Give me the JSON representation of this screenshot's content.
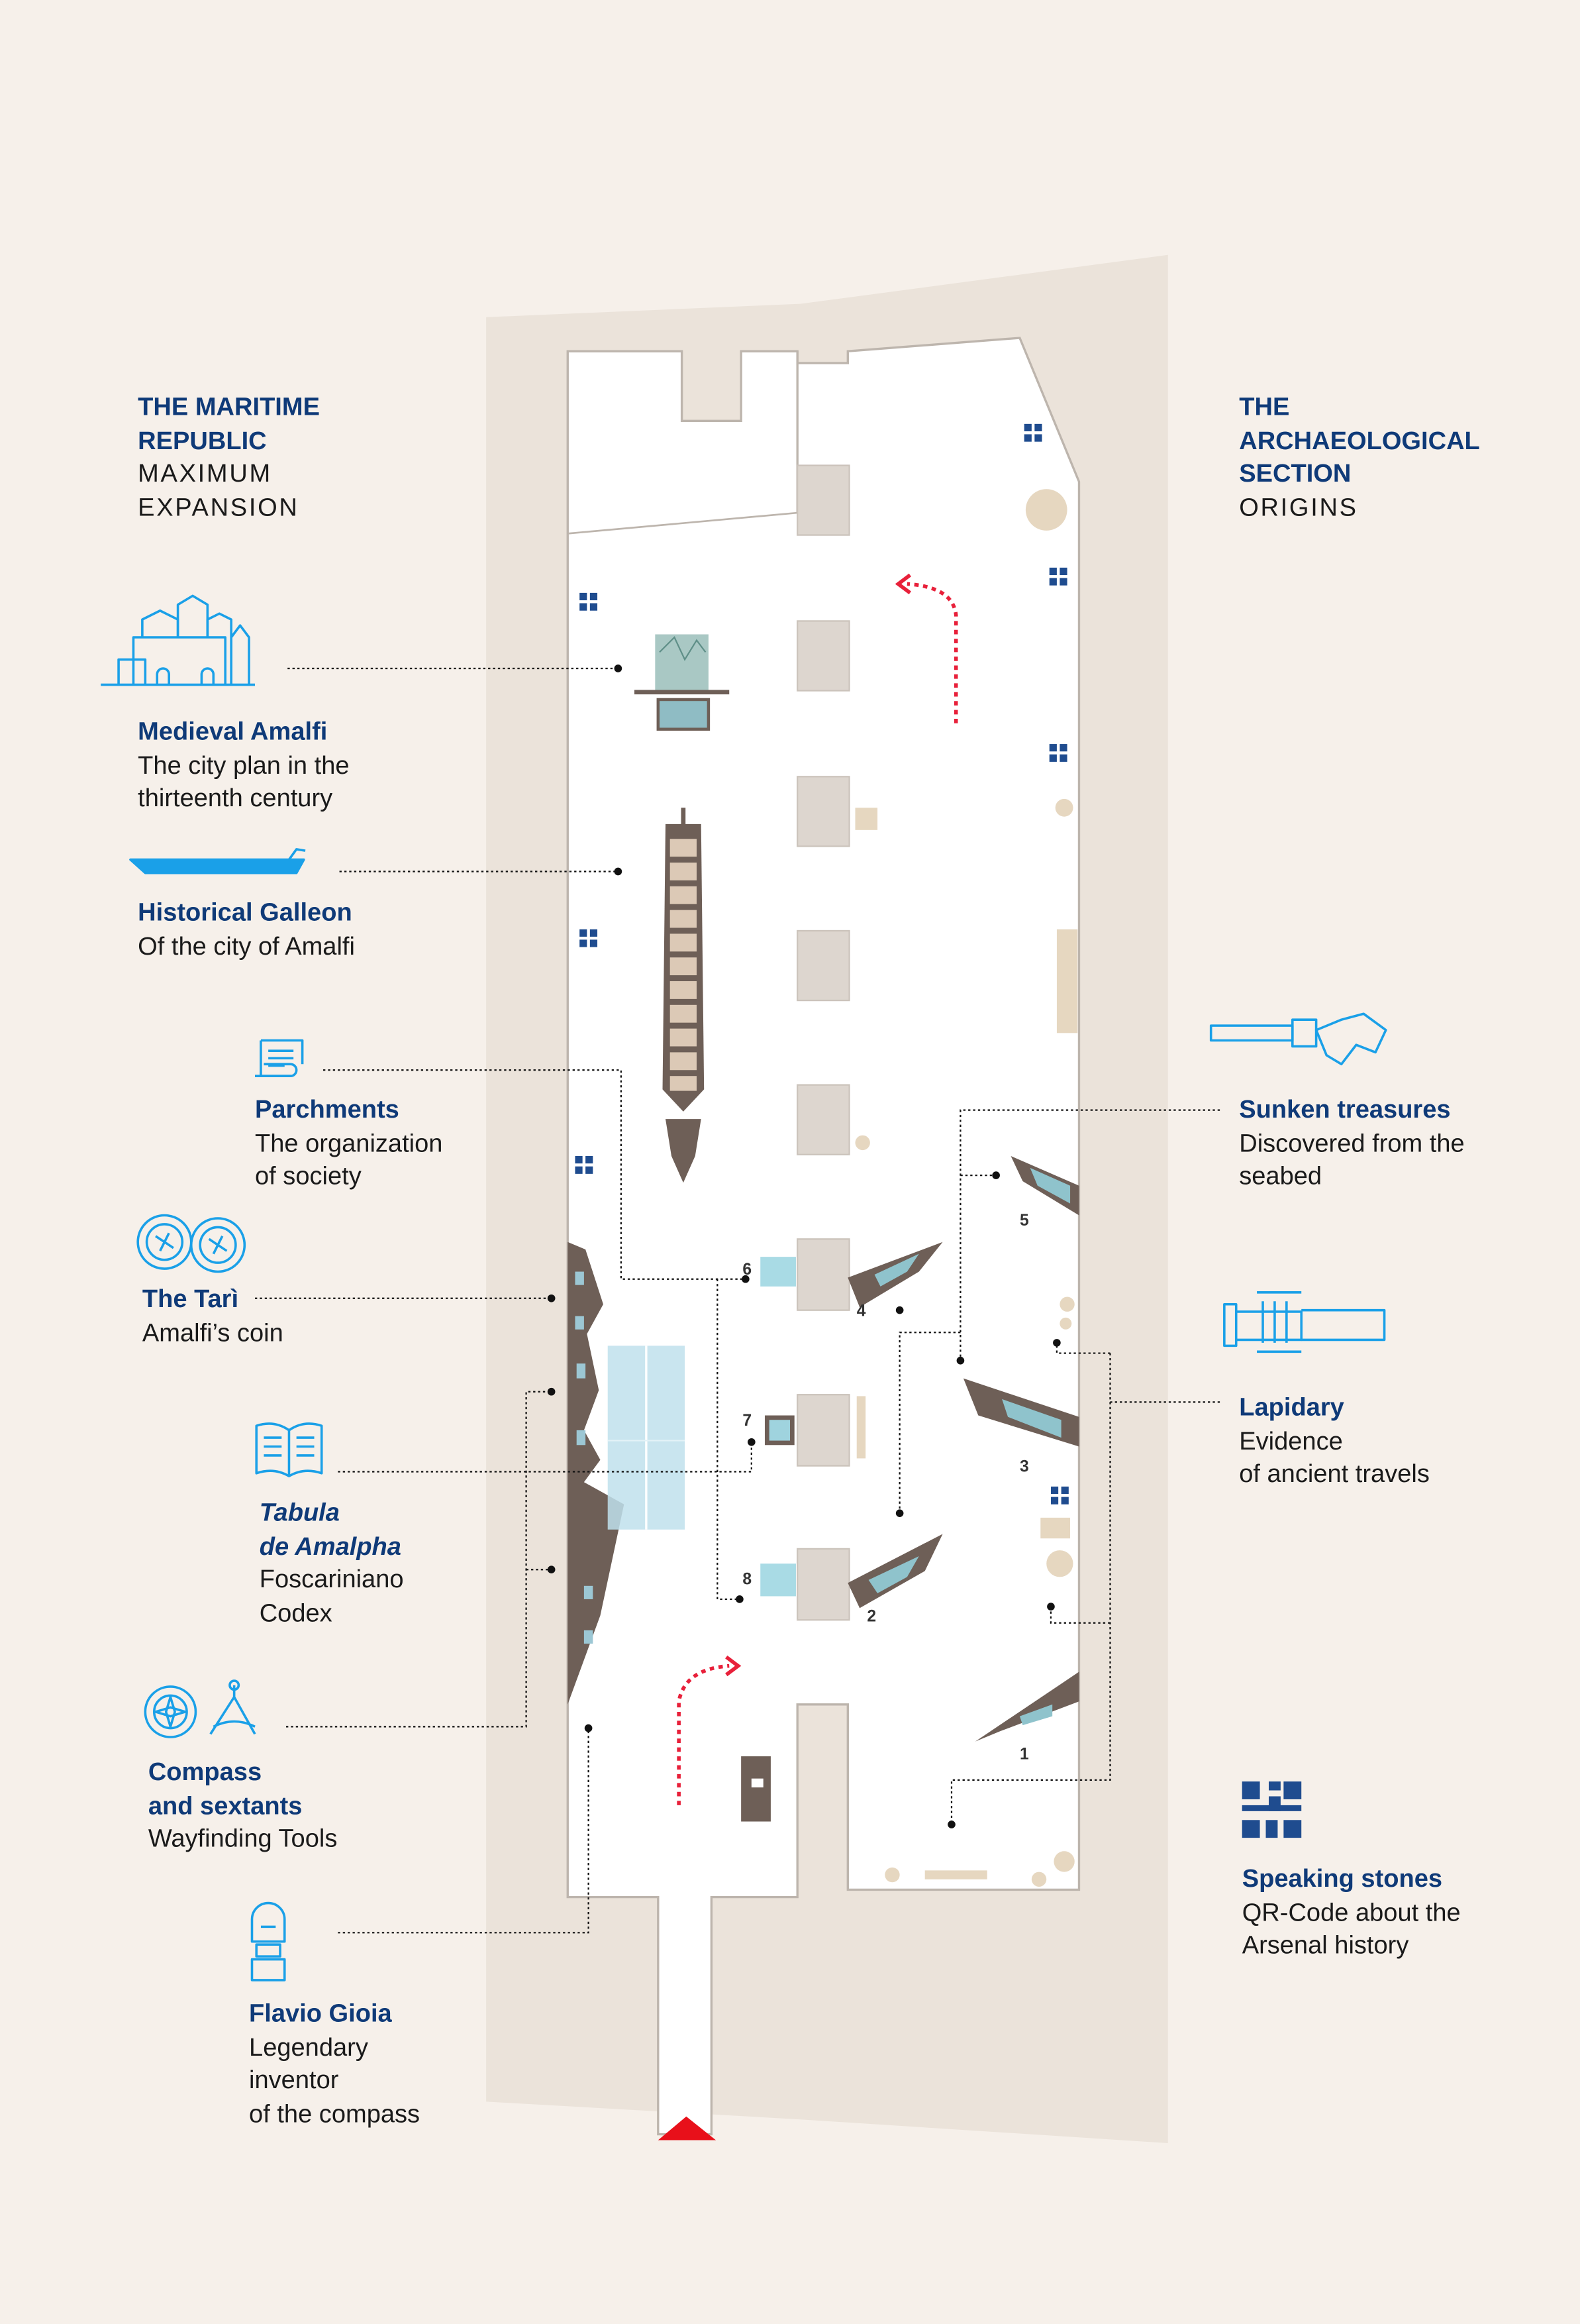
{
  "sections": {
    "left": {
      "title": [
        "THE MARITIME",
        "REPUBLIC"
      ],
      "subtitle": [
        "MAXIMUM",
        "EXPANSION"
      ]
    },
    "right": {
      "title": [
        "THE",
        "ARCHAEOLOGICAL",
        "SECTION"
      ],
      "subtitle": [
        "ORIGINS"
      ]
    }
  },
  "exhibits": {
    "medieval_amalfi": {
      "title": "Medieval Amalfi",
      "lines": [
        "The city plan in the",
        "thirteenth century"
      ],
      "icon": "city-icon"
    },
    "galleon": {
      "title": "Historical Galleon",
      "lines": [
        "Of the city of Amalfi"
      ],
      "icon": "galleon-icon"
    },
    "parchments": {
      "title": "Parchments",
      "lines": [
        "The organization",
        "of society"
      ],
      "icon": "scroll-icon"
    },
    "tari": {
      "title": "The Tarì",
      "lines": [
        "Amalfi’s coin"
      ],
      "icon": "coins-icon"
    },
    "tabula": {
      "title": [
        "Tabula",
        "de Amalpha"
      ],
      "lines": [
        "Foscariniano",
        "Codex"
      ],
      "icon": "book-icon"
    },
    "compass": {
      "title": [
        "Compass",
        "and sextants"
      ],
      "lines": [
        "Wayfinding Tools"
      ],
      "icon": "compass-sextant-icon"
    },
    "flavio": {
      "title": "Flavio Gioia",
      "lines": [
        "Legendary",
        "inventor",
        "of the compass"
      ],
      "icon": "bust-icon"
    },
    "sunken": {
      "title": "Sunken treasures",
      "lines": [
        "Discovered from the",
        "seabed"
      ],
      "icon": "amphora-icon"
    },
    "lapidary": {
      "title": "Lapidary",
      "lines": [
        "Evidence",
        "of ancient travels"
      ],
      "icon": "column-icon"
    },
    "speaking": {
      "title": "Speaking stones",
      "lines": [
        "QR-Code about the",
        "Arsenal history"
      ],
      "icon": "qr-code-icon"
    }
  },
  "case_numbers": [
    "1",
    "2",
    "3",
    "4",
    "5",
    "6",
    "7",
    "8"
  ],
  "colors": {
    "title": "#0f3a78",
    "icon": "#1aa0e8",
    "background": "#f6f0ea",
    "wall": "#ebe3da",
    "route": "#e8203a",
    "display": "#6e5f57"
  }
}
